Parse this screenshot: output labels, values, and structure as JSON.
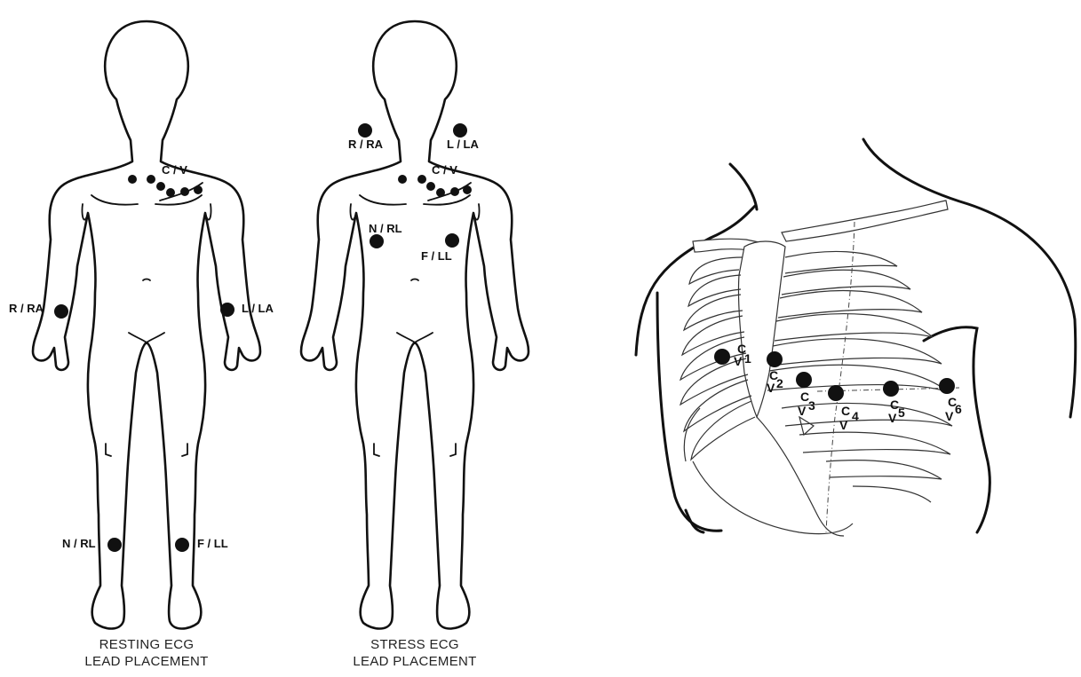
{
  "figures": {
    "resting": {
      "caption_line1": "RESTING ECG",
      "caption_line2": "LEAD PLACEMENT",
      "labels": {
        "chest": "C / V",
        "right_arm": "R / RA",
        "left_arm": "L / LA",
        "right_leg": "N / RL",
        "left_leg": "F / LL"
      }
    },
    "stress": {
      "caption_line1": "STRESS ECG",
      "caption_line2": "LEAD PLACEMENT",
      "labels": {
        "chest": "C / V",
        "right_arm": "R / RA",
        "left_arm": "L / LA",
        "right_leg": "N / RL",
        "left_leg": "F / LL"
      }
    },
    "chest_detail": {
      "leads": [
        {
          "top": "C",
          "bottom": "V",
          "num": "1"
        },
        {
          "top": "C",
          "bottom": "V",
          "num": "2"
        },
        {
          "top": "C",
          "bottom": "V",
          "num": "3"
        },
        {
          "top": "C",
          "bottom": "V",
          "num": "4"
        },
        {
          "top": "C",
          "bottom": "V",
          "num": "5"
        },
        {
          "top": "C",
          "bottom": "V",
          "num": "6"
        }
      ]
    }
  }
}
